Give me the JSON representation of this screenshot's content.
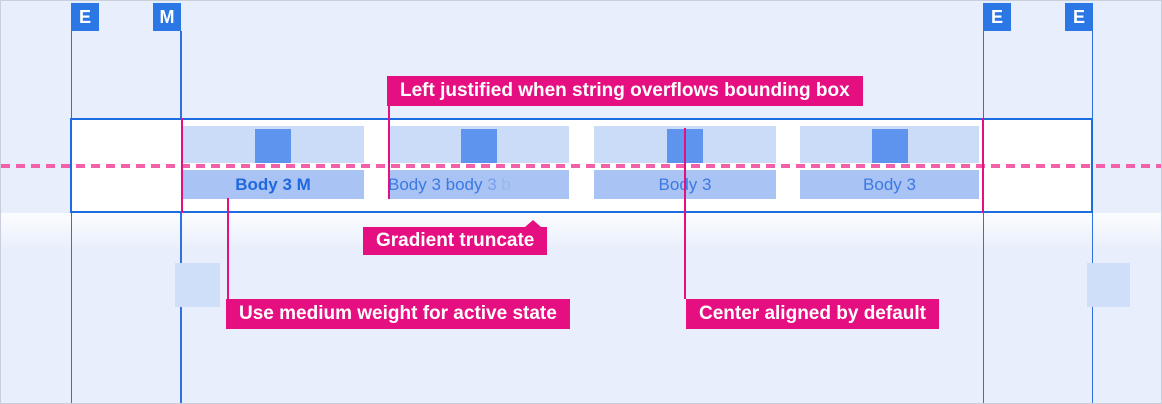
{
  "colors": {
    "background": "#e8eefb",
    "marker_blue": "#2b77e6",
    "grid_line_blue": "#2e72e2",
    "bar_border_blue": "#1d6ce2",
    "tab_top_fill": "#cbdcf8",
    "tab_label_fill": "#a9c3f4",
    "tab_icon_fill": "#5f94ee",
    "side_icon_fill": "#cfdff9",
    "tab_text_blue": "#3b79e3",
    "active_text_blue": "#1f68de",
    "annotation_magenta": "#e60f81",
    "baseline_pink": "#f160a8"
  },
  "margin_markers": [
    {
      "label": "E"
    },
    {
      "label": "M"
    },
    {
      "label": "E"
    },
    {
      "label": "E"
    }
  ],
  "tab_bar": {
    "tabs": [
      {
        "label": "Body 3 M",
        "state": "active"
      },
      {
        "label": "Body 3 body 3 b",
        "state": "gradient-truncated",
        "text_main": "Body 3 body",
        "text_fade_mid": " 3",
        "text_fade_end": " b"
      },
      {
        "label": "Body 3",
        "state": "default"
      },
      {
        "label": "Body 3",
        "state": "default"
      }
    ]
  },
  "annotations": {
    "left_justified": "Left justified when string overflows bounding box",
    "gradient_truncate": "Gradient truncate",
    "medium_weight": "Use medium weight for active state",
    "center_aligned": "Center aligned by default"
  }
}
